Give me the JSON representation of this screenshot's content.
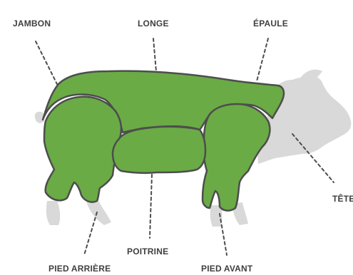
{
  "labels": {
    "jambon": "JAMBON",
    "longe": "LONGE",
    "epaule": "ÉPAULE",
    "tete": "TÊTE",
    "poitrine": "POITRINE",
    "pied_arriere": "PIED ARRIÈRE",
    "pied_avant": "PIED AVANT"
  },
  "colors": {
    "cut_fill": "#6aab45",
    "cut_outline": "#4d4d4d",
    "silhouette": "#d9d9d9",
    "leader_line": "#4d4d4d",
    "label_text": "#3f3f3f"
  }
}
